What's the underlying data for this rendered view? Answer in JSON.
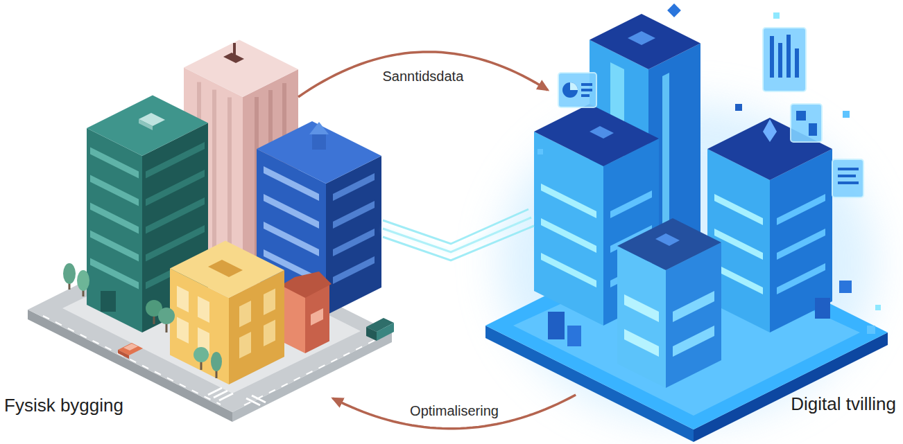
{
  "diagram": {
    "nodes": [
      {
        "text": [
          "Fysisk bygging"
        ]
      },
      {
        "text": [
          "Digital tvilling"
        ]
      }
    ],
    "edges": [
      {
        "from": 0,
        "to": 1,
        "arrow": "to",
        "label": "Sanntidsdata"
      },
      {
        "from": 1,
        "to": 0,
        "arrow": "to",
        "label": "Optimalisering"
      }
    ]
  }
}
